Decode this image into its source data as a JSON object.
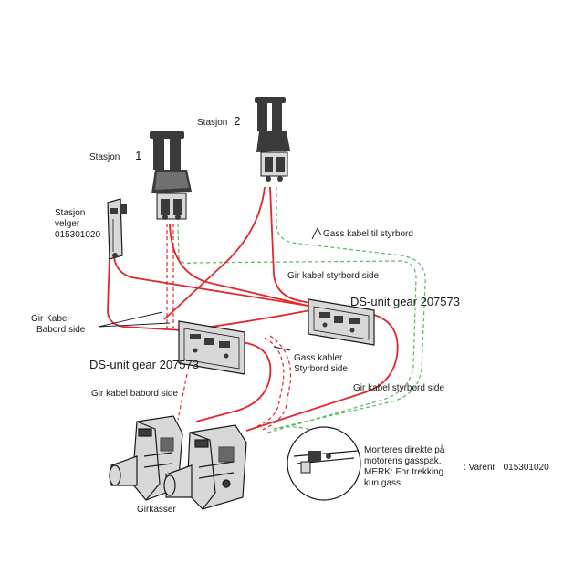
{
  "colors": {
    "cable_red": "#e3262b",
    "cable_red_dashed": "#e3262b",
    "cable_green_dashed": "#5cb85c",
    "device_fill": "#3a3a3a",
    "device_light": "#d8d8d8",
    "line": "#1a1a1a"
  },
  "labels": {
    "station1_text": "Stasjon",
    "station1_num": "1",
    "station2_text": "Stasjon",
    "station2_num": "2",
    "selector_line1": "Stasjon",
    "selector_line2": "velger",
    "selector_line3": "015301020",
    "gas_cable_starboard": "Gass kabel til styrbord",
    "gear_cable_starboard_side": "Gir kabel styrbord side",
    "ds_unit_right": "DS-unit gear 207573",
    "gear_cable_port_line1": "Gir Kabel",
    "gear_cable_port_line2": "Babord side",
    "ds_unit_left": "DS-unit gear 207573",
    "gas_cables_line1": "Gass kabler",
    "gas_cables_line2": "Styrbord side",
    "gear_cable_port_side": "Gir kabel babord side",
    "gear_cable_starboard_side_lower": "Gir kabel styrbord side",
    "mount_line1": "Monteres direkte på",
    "mount_line2": "motorens gasspak.",
    "mount_line3": "MERK: For trekking",
    "mount_line4": "kun gass",
    "part_no_prefix": ": Varenr",
    "part_no": "015301020",
    "gearboxes": "Girkasser"
  },
  "icons": {
    "station1": "throttle-control-icon",
    "station2": "throttle-control-icon",
    "selector": "station-selector-icon",
    "ds_unit": "ds-unit-gear-icon",
    "gearbox": "gearbox-icon",
    "mount_detail": "throttle-lever-detail-icon"
  }
}
